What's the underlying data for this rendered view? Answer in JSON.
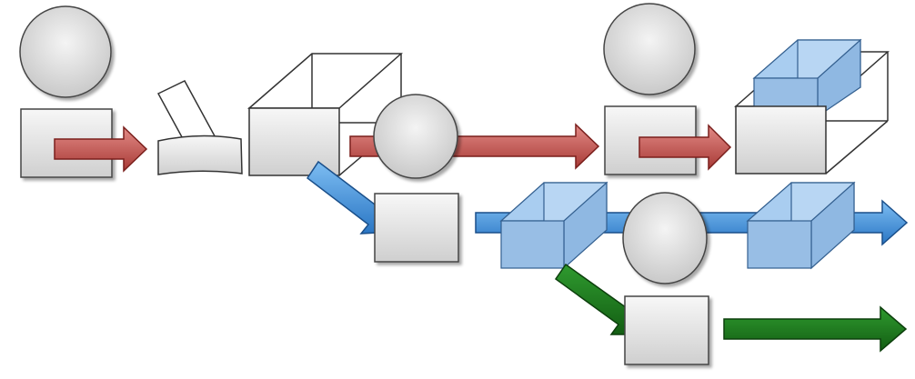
{
  "diagram": {
    "colors": {
      "red_arrow": "#c0504d",
      "blue_arrow": "#3f8fd8",
      "green_arrow": "#1e7b1e",
      "gray_shape": "#dcdcdc",
      "box_blue": "#9ec4ea",
      "outline": "#333333"
    },
    "lanes": [
      {
        "name": "red-lane",
        "color": "red_arrow",
        "actors": 3
      },
      {
        "name": "blue-lane",
        "color": "blue_arrow",
        "actors": 1
      },
      {
        "name": "green-lane",
        "color": "green_arrow",
        "actors": 1
      }
    ],
    "icons": [
      "person-icon",
      "tool-icon",
      "open-box-icon",
      "blue-box-icon",
      "arrow-icon"
    ]
  }
}
